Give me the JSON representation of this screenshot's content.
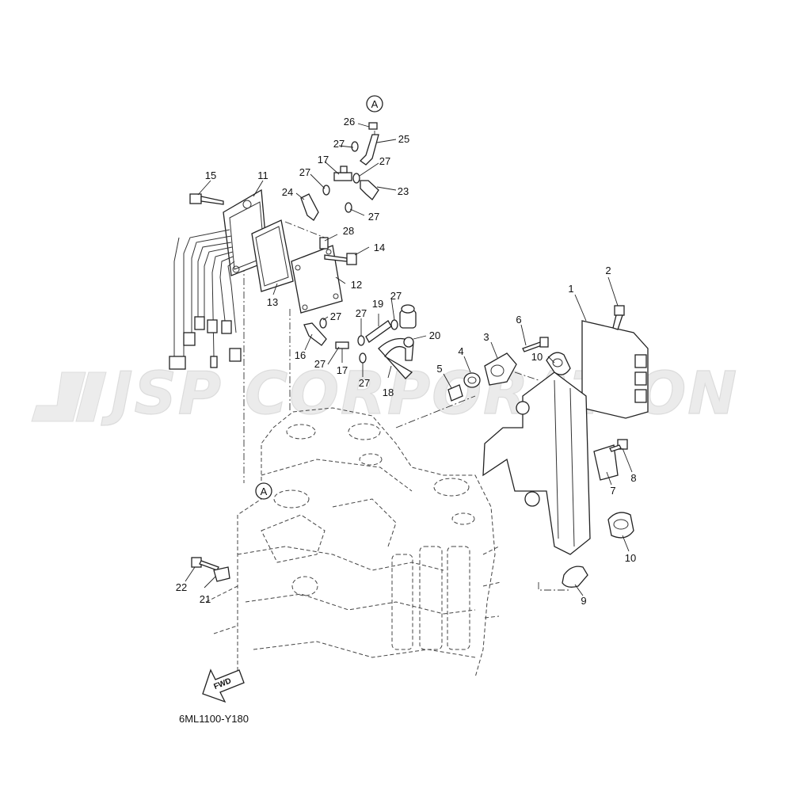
{
  "watermark": "JSP CORPORATION",
  "drawing_code": "6ML1100-Y180",
  "fwd_label": "FWD",
  "ref_marker": "A",
  "callouts": {
    "c1": "1",
    "c2": "2",
    "c3": "3",
    "c4": "4",
    "c5": "5",
    "c6": "6",
    "c7": "7",
    "c8": "8",
    "c9": "9",
    "c10a": "10",
    "c10b": "10",
    "c11": "11",
    "c12": "12",
    "c13": "13",
    "c14": "14",
    "c15": "15",
    "c16": "16",
    "c17a": "17",
    "c17b": "17",
    "c18": "18",
    "c19": "19",
    "c20": "20",
    "c21": "21",
    "c22": "22",
    "c23": "23",
    "c24": "24",
    "c25": "25",
    "c26": "26",
    "c27a": "27",
    "c27b": "27",
    "c27c": "27",
    "c27d": "27",
    "c27e": "27",
    "c27f": "27",
    "c27g": "27",
    "c27h": "27",
    "c28": "28"
  }
}
